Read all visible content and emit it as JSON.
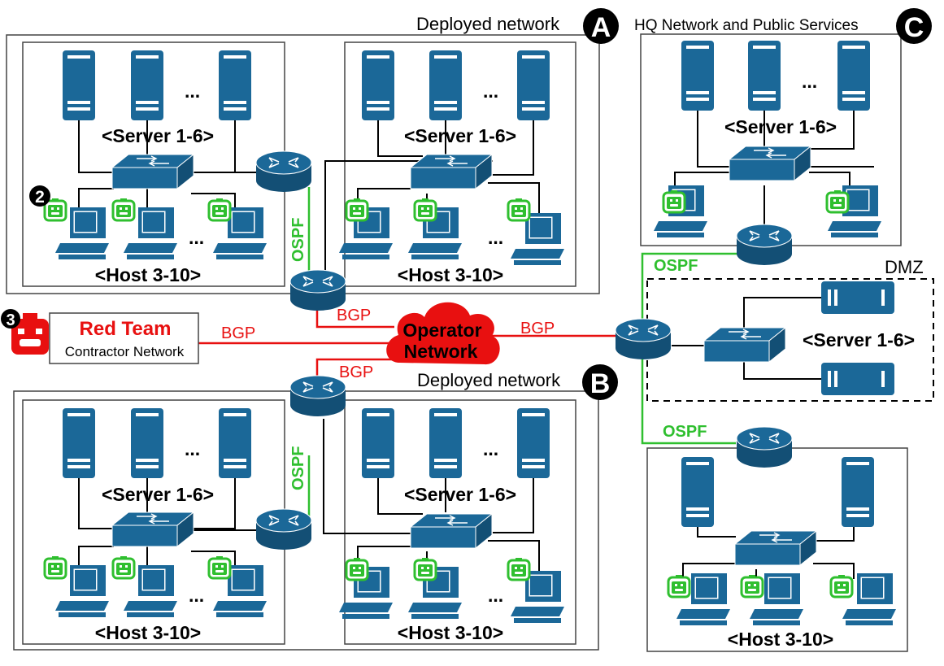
{
  "sections": {
    "a": {
      "title": "Deployed network",
      "badge": "A"
    },
    "b": {
      "title": "Deployed network",
      "badge": "B"
    },
    "c": {
      "title": "HQ Network and Public Services",
      "badge": "C"
    },
    "dmz": {
      "title": "DMZ"
    }
  },
  "labels": {
    "servers": "<Server 1-6>",
    "hosts": "<Host 3-10>",
    "ellipsis": "...",
    "ospf": "OSPF",
    "bgp": "BGP",
    "operator_line1": "Operator",
    "operator_line2": "Network"
  },
  "red_team": {
    "title": "Red Team",
    "subtitle": "Contractor Network",
    "marker": "3"
  },
  "host_marker": "2",
  "colors": {
    "device": "#1b6898",
    "ospf": "#2fbf2f",
    "bgp": "#e81010",
    "agent": "#2fbf2f"
  },
  "icons": [
    "server-icon",
    "switch-icon",
    "router-icon",
    "workstation-icon",
    "agent-icon",
    "red-team-icon",
    "cloud-icon"
  ]
}
